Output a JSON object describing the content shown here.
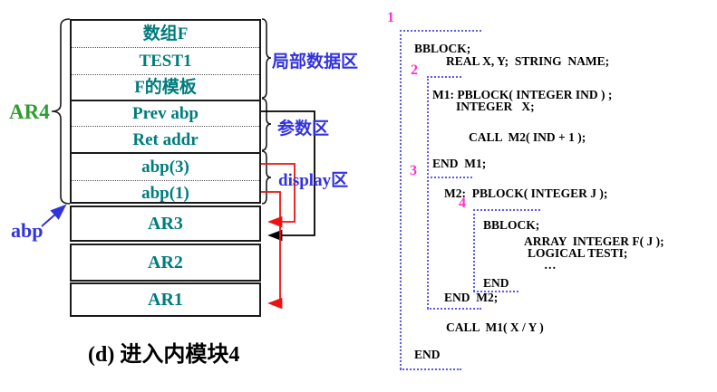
{
  "diagram": {
    "ar4_label": "AR4",
    "abp_label": "abp",
    "stack_rows": [
      {
        "label": "数组F"
      },
      {
        "label": "TEST1"
      },
      {
        "label": "F的模板"
      },
      {
        "label": "Prev abp"
      },
      {
        "label": "Ret addr"
      },
      {
        "label": "abp(3)"
      },
      {
        "label": "abp(1)"
      }
    ],
    "ar_boxes": [
      "AR3",
      "AR2",
      "AR1"
    ],
    "region_labels": [
      {
        "label": "局部数据区"
      },
      {
        "label": "参数区"
      },
      {
        "label": "display区"
      }
    ],
    "caption": "(d) 进入内模块4"
  },
  "code": {
    "scope_numbers": [
      "1",
      "2",
      "3",
      "4"
    ],
    "lines": [
      {
        "text": "BBLOCK;"
      },
      {
        "text": "REAL X, Y;  STRING  NAME;"
      },
      {
        "text": "M1: PBLOCK( INTEGER IND ) ;"
      },
      {
        "text": "INTEGER   X;"
      },
      {
        "text": "CALL  M2( IND + 1 );"
      },
      {
        "text": "END  M1;"
      },
      {
        "text": "M2:  PBLOCK( INTEGER J );"
      },
      {
        "text": "BBLOCK;"
      },
      {
        "text": "ARRAY  INTEGER F( J );"
      },
      {
        "text": "LOGICAL TESTI;"
      },
      {
        "text": "…"
      },
      {
        "text": "END"
      },
      {
        "text": "END  M2;"
      },
      {
        "text": "CALL  M1( X / Y )"
      },
      {
        "text": "END"
      }
    ]
  },
  "colors": {
    "cell_text": "#007C7C",
    "region_label_blue": "#3333DD",
    "ar4_green": "#2E9E2E",
    "abp_blue": "#3333DD",
    "scope_number_magenta": "#FF30C8",
    "scope_line_blue": "#5A5AEF",
    "connector_red": "#EE1111",
    "connector_black": "#000000",
    "code_text": "#000000",
    "border_black": "#1a1a1a"
  }
}
